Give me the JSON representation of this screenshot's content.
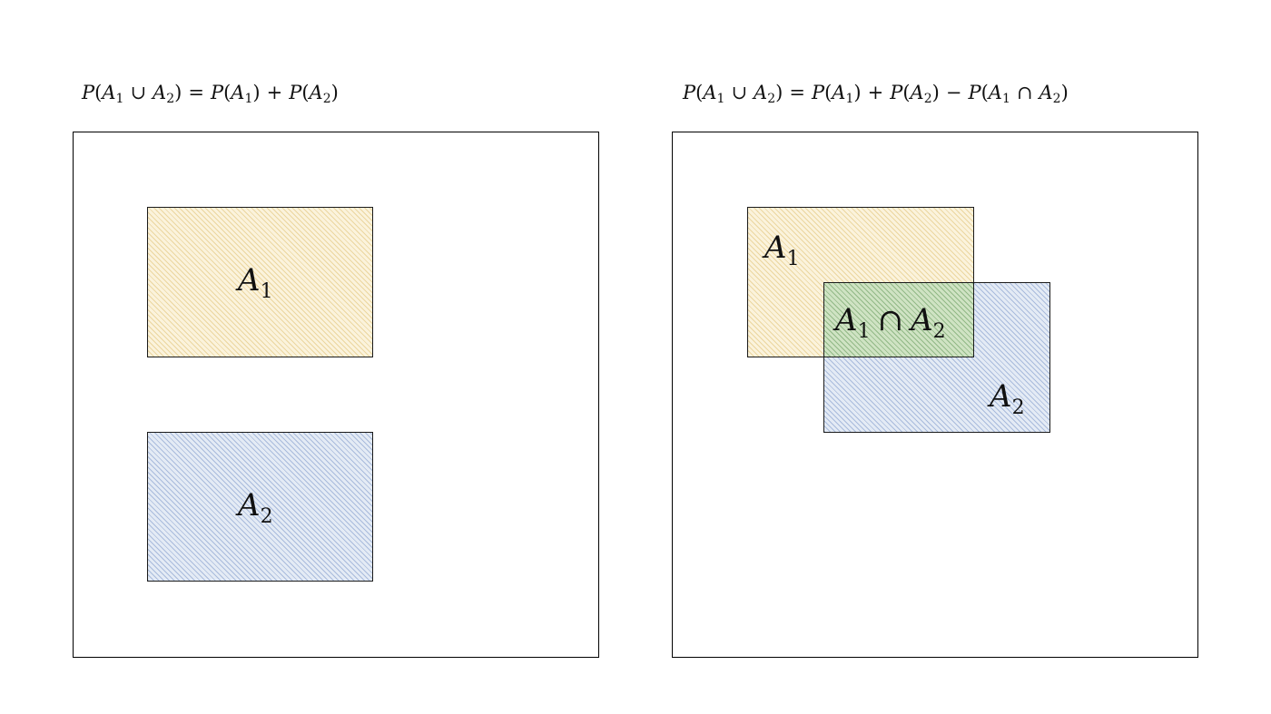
{
  "left_panel": {
    "formula": {
      "P": "P",
      "paren_open": "(",
      "paren_close": ")",
      "A": "A",
      "sub1": "1",
      "sub2": "2",
      "union": "∪",
      "equals": "=",
      "plus": "+"
    },
    "set_a1_label": {
      "letter": "A",
      "subscript": "1"
    },
    "set_a2_label": {
      "letter": "A",
      "subscript": "2"
    }
  },
  "right_panel": {
    "formula": {
      "P": "P",
      "paren_open": "(",
      "paren_close": ")",
      "A": "A",
      "sub1": "1",
      "sub2": "2",
      "union": "∪",
      "intersection": "∩",
      "equals": "=",
      "plus": "+",
      "minus": "−"
    },
    "set_a1_label": {
      "letter": "A",
      "subscript": "1"
    },
    "set_a2_label": {
      "letter": "A",
      "subscript": "2"
    },
    "intersection_label": {
      "letter1": "A",
      "sub1": "1",
      "op": "∩",
      "letter2": "A",
      "sub2": "2"
    }
  },
  "colors": {
    "a1_fill": "#fbf3dc",
    "a2_fill": "#e4ebf5",
    "intersection_fill": "#cfe3c3",
    "border": "#000000"
  }
}
